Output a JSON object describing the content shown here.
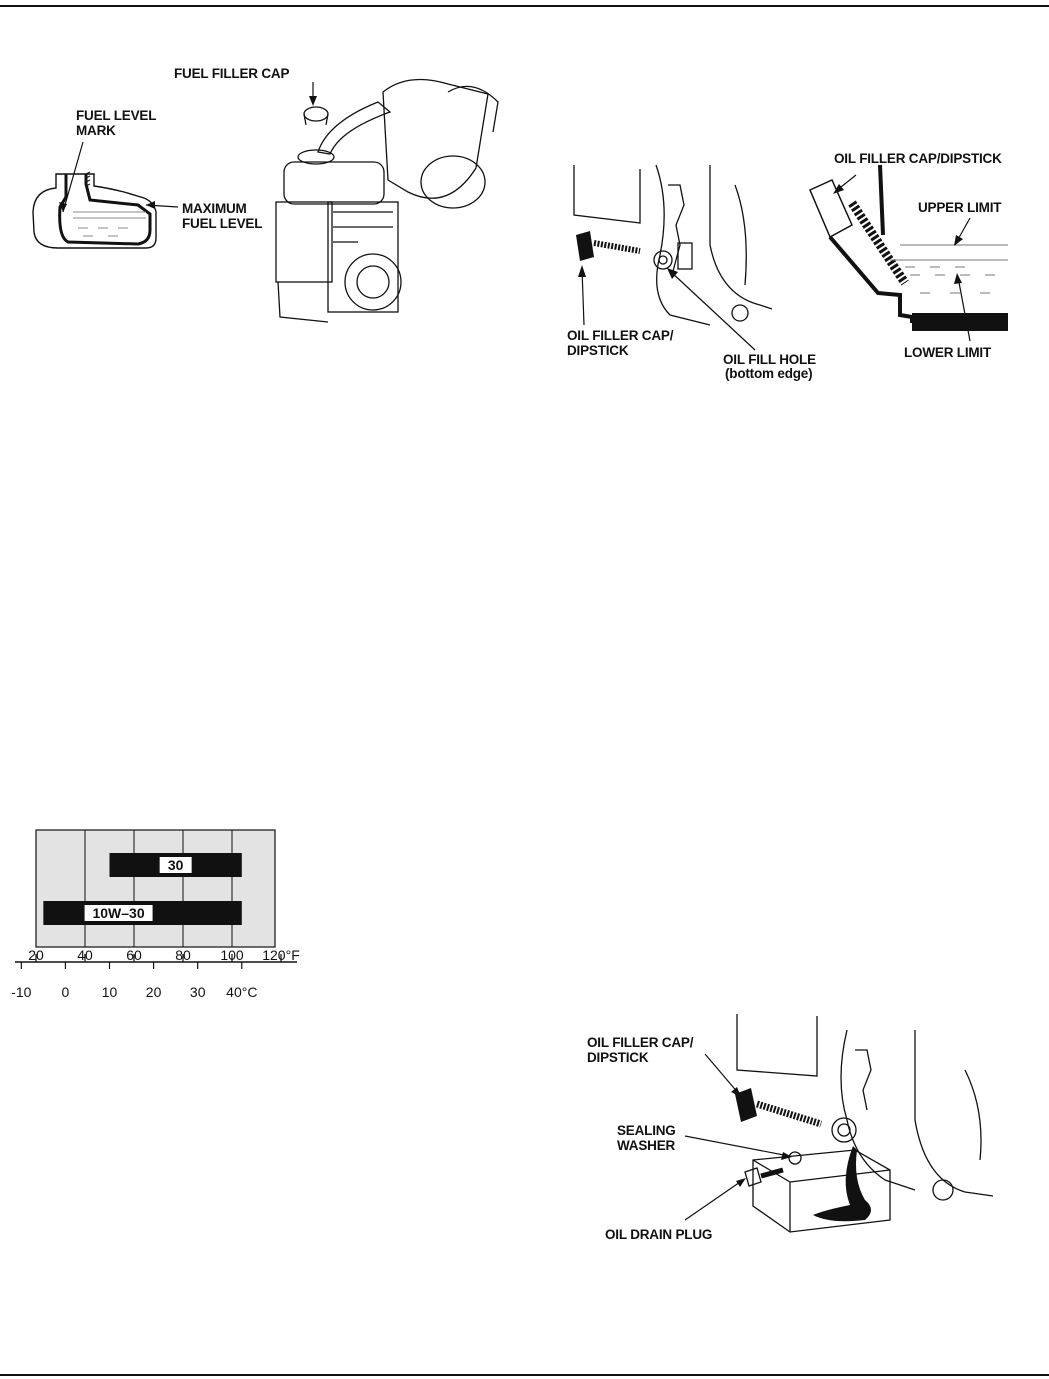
{
  "figure_fuel": {
    "fuel_filler_cap": "FUEL FILLER CAP",
    "fuel_level_mark": "FUEL LEVEL\nMARK",
    "maximum_fuel_level": "MAXIMUM\nFUEL LEVEL"
  },
  "figure_oil_check": {
    "cap_dipstick_left": "OIL FILLER CAP/\nDIPSTICK",
    "oil_fill_hole": "OIL FILL HOLE",
    "oil_fill_hole_note": "(bottom edge)",
    "cap_dipstick_right": "OIL FILLER CAP/DIPSTICK",
    "upper_limit": "UPPER LIMIT",
    "lower_limit": "LOWER LIMIT"
  },
  "figure_oil_drain": {
    "cap_dipstick": "OIL FILLER CAP/\nDIPSTICK",
    "sealing_washer": "SEALING\nWASHER",
    "oil_drain_plug": "OIL DRAIN PLUG"
  },
  "chart_data": {
    "type": "bar",
    "orientation": "horizontal-range",
    "categories": [
      "30",
      "10W–30"
    ],
    "series": [
      {
        "name": "30",
        "range_f": [
          50,
          104
        ]
      },
      {
        "name": "10W–30",
        "range_f": [
          23,
          104
        ]
      }
    ],
    "fahrenheit_ticks": [
      "20",
      "40",
      "60",
      "80",
      "100",
      "120°F"
    ],
    "celsius_ticks": [
      "-10",
      "0",
      "10",
      "20",
      "30",
      "40°C"
    ],
    "f_range": [
      20,
      120
    ],
    "c_range": [
      -10,
      40
    ],
    "grid": true
  }
}
